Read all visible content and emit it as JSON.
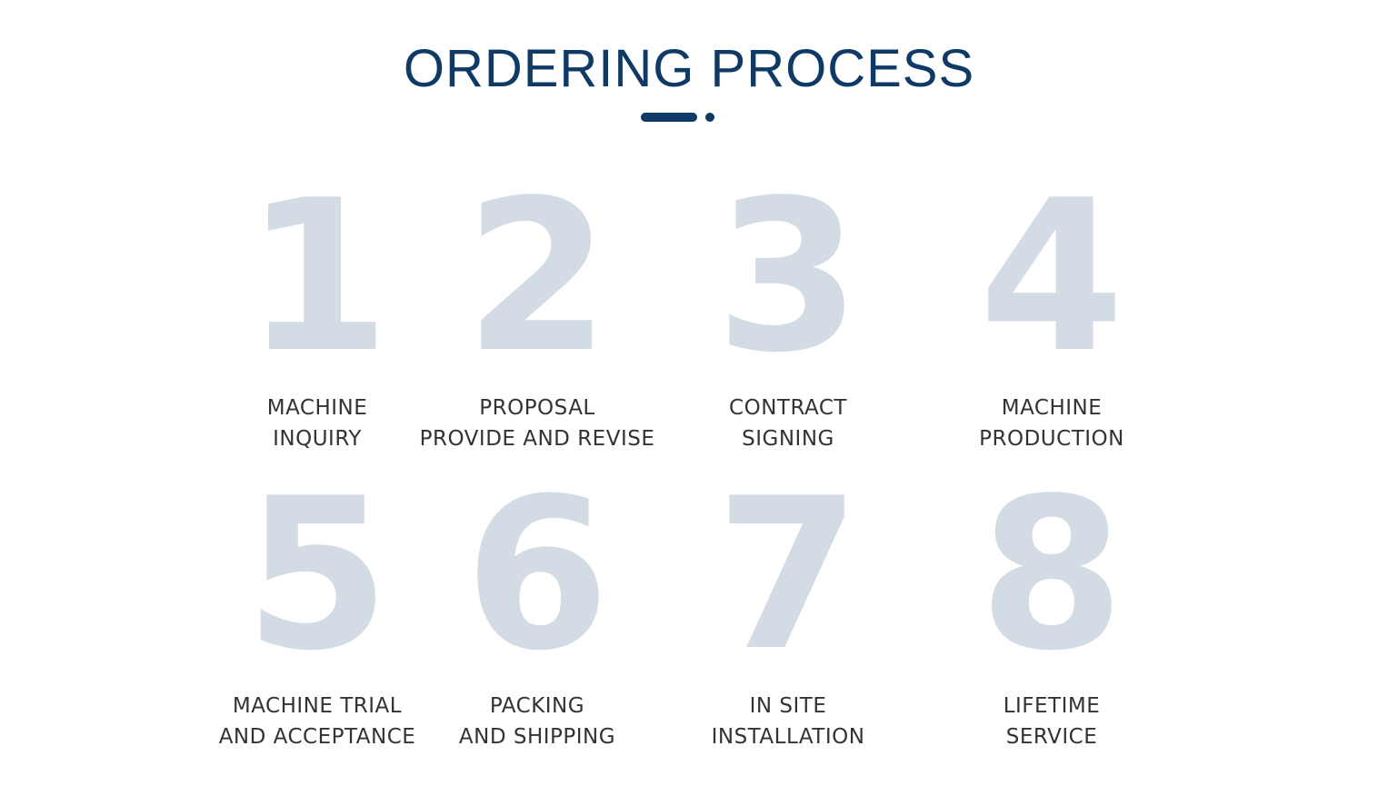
{
  "header": {
    "title": "ORDERING PROCESS"
  },
  "colors": {
    "title": "#0f3a66",
    "digit": "#d3dce5",
    "label": "#333333"
  },
  "steps": [
    {
      "number": "1",
      "line1": "MACHINE",
      "line2": "INQUIRY"
    },
    {
      "number": "2",
      "line1": "PROPOSAL",
      "line2": "PROVIDE AND REVISE"
    },
    {
      "number": "3",
      "line1": "CONTRACT",
      "line2": "SIGNING"
    },
    {
      "number": "4",
      "line1": "MACHINE",
      "line2": "PRODUCTION"
    },
    {
      "number": "5",
      "line1": "MACHINE TRIAL",
      "line2": "AND ACCEPTANCE"
    },
    {
      "number": "6",
      "line1": "PACKING",
      "line2": "AND SHIPPING"
    },
    {
      "number": "7",
      "line1": "IN SITE",
      "line2": "INSTALLATION"
    },
    {
      "number": "8",
      "line1": "LIFETIME",
      "line2": "SERVICE"
    }
  ]
}
